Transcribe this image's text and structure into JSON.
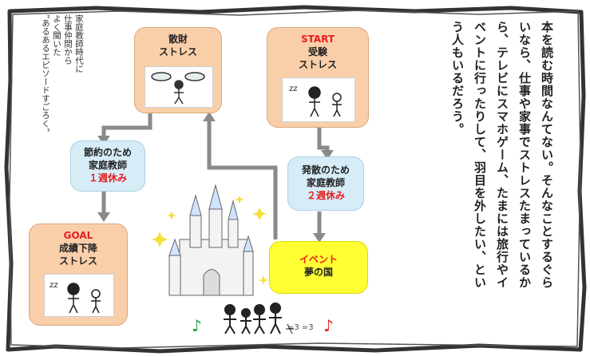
{
  "main_text": {
    "lines": [
      "本を読む時間なんてない。そんなことするぐら",
      "いなら、仕事や家事でストレスたまっているか",
      "ら、テレビにスマホゲーム、たまには旅行やイ",
      "ベントに行ったりして、羽目を外したい、とい",
      "う人もいるだろう。"
    ]
  },
  "side_note": {
    "lines": [
      "家庭教師時代に",
      "仕事仲間から",
      "よく聞いた",
      "”あるあるエピソードすごろく”"
    ]
  },
  "boxes": {
    "start": {
      "title": "START",
      "line1": "受験",
      "line2": "ストレス"
    },
    "waste": {
      "line1": "散財",
      "line2": "ストレス"
    },
    "save": {
      "line1": "節約のため",
      "line2": "家庭教師",
      "line3": "１週休み"
    },
    "spend": {
      "line1": "発散のため",
      "line2": "家庭教師",
      "line3": "２週休み"
    },
    "event": {
      "title": "イベント",
      "line1": "夢の国"
    },
    "goal": {
      "title": "GOAL",
      "line1": "成績下降",
      "line2": "ストレス"
    }
  },
  "music_notes": {
    "left": "♪",
    "right": "♪"
  },
  "colors": {
    "peach": "#f9cfaa",
    "blue": "#d6ecf6",
    "yellow": "#ffff33",
    "red_text": "#e61e1e",
    "arrow": "#888888"
  }
}
